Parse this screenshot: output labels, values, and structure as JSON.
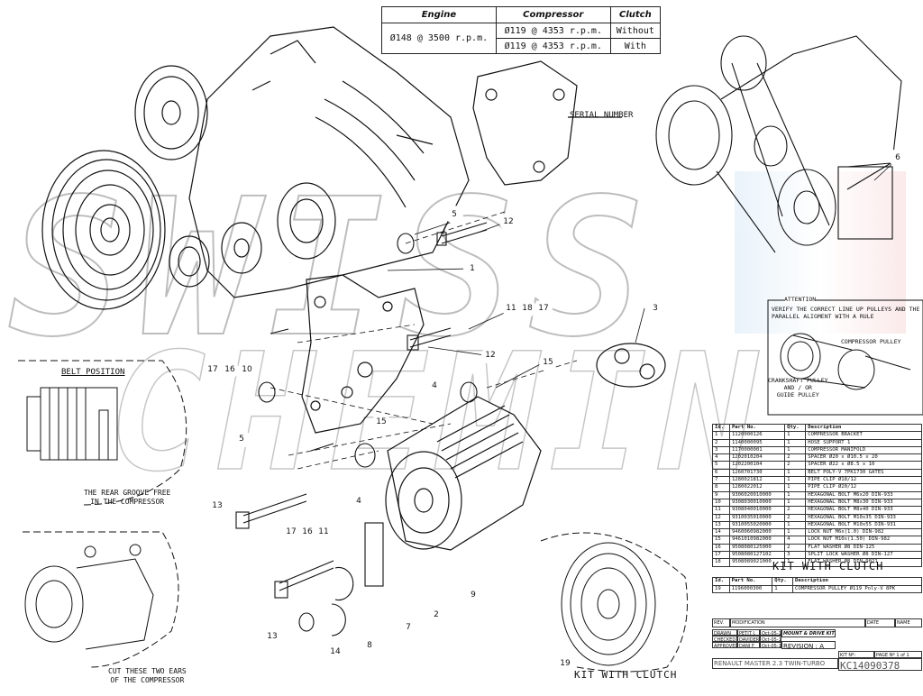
{
  "speed_table": {
    "headers": [
      "Engine",
      "Compressor",
      "Clutch"
    ],
    "rows": [
      {
        "engine": "Ø148 @ 3500 r.p.m.",
        "compressor": "Ø119 @ 4353 r.p.m.",
        "clutch": "Without"
      },
      {
        "engine": "",
        "compressor": "Ø119 @ 4353 r.p.m.",
        "clutch": "With"
      }
    ]
  },
  "labels": {
    "serial_number": "SERIAL NUMBER",
    "belt_position": "BELT POSITION",
    "rear_groove": "THE REAR GROOVE FREE\nIN THE COMPRESSOR",
    "cut_ears": "CUT THESE TWO EARS\nOF THE COMPRESSOR",
    "kit_with_clutch_bottom": "KIT WITH CLUTCH",
    "attention_title": "ATTENTION",
    "attention_text": "VERIFY THE CORRECT LINE UP PULLEYS AND THE\nPARALLEL ALIGMENT WITH A RULE",
    "compressor_pulley": "COMPRESSOR PULLEY",
    "crankshaft_pulley": "CRANKSHAFT PULLEY\nAND / OR\nGUIDE PULLEY"
  },
  "callouts": [
    "1",
    "2",
    "3",
    "4",
    "5",
    "6",
    "7",
    "8",
    "9",
    "10",
    "11",
    "12",
    "13",
    "14",
    "15",
    "16",
    "17",
    "18",
    "19"
  ],
  "parts_table": {
    "headers": [
      "Id.",
      "Part No.",
      "Qty.",
      "Description"
    ],
    "rows": [
      [
        "1",
        "1120000126",
        "1",
        "COMPRESSOR BRACKET"
      ],
      [
        "2",
        "1140000095",
        "1",
        "HOSE SUPPORT 1"
      ],
      [
        "3",
        "1170000001",
        "1",
        "COMPRESSOR MANIFOLD"
      ],
      [
        "4",
        "1202010204",
        "2",
        "SPACER Ø20 x Ø10.5 x 20"
      ],
      [
        "5",
        "1202200104",
        "2",
        "SPACER Ø22 x Ø8.5 x 10"
      ],
      [
        "6",
        "1260701730",
        "1",
        "BELT POLY-V 7PK1730 GATES"
      ],
      [
        "7",
        "1280021812",
        "1",
        "PIPE CLIP Ø18/12"
      ],
      [
        "8",
        "1280022012",
        "1",
        "PIPE CLIP Ø20/12"
      ],
      [
        "9",
        "9306020010000",
        "1",
        "HEXAGONAL BOLT M6x20 DIN-933"
      ],
      [
        "10",
        "9308030010000",
        "1",
        "HEXAGONAL BOLT M8x30 DIN-933"
      ],
      [
        "11",
        "9308040010000",
        "2",
        "HEXAGONAL BOLT M8x40 DIN-933"
      ],
      [
        "12",
        "9310035010000",
        "2",
        "HEXAGONAL BOLT M10x35 DIN-933"
      ],
      [
        "13",
        "9310055020000",
        "1",
        "HEXAGONAL BOLT M10x55 DIN-931"
      ],
      [
        "14",
        "9460060982000",
        "1",
        "LOCK NUT M6x(1.0) DIN-982"
      ],
      [
        "15",
        "9461010982000",
        "4",
        "LOCK NUT M10x(1.50) DIN-982"
      ],
      [
        "16",
        "9508080125000",
        "2",
        "FLAT WASHER Ø8 DIN-125"
      ],
      [
        "17",
        "9508080127102",
        "3",
        "SPLIT LOCK WASHER Ø8 DIN-127"
      ],
      [
        "18",
        "9508089021000",
        "1",
        "FLAT WASHER Ø8 DIN-9021"
      ]
    ]
  },
  "kit_with_clutch": {
    "title": "KIT WITH CLUTCH",
    "headers": [
      "Id.",
      "Part No.",
      "Qty.",
      "Description"
    ],
    "rows": [
      [
        "19",
        "1196000300",
        "1",
        "COMPRESSOR PULLEY Ø119 Poly-V 8PK"
      ]
    ]
  },
  "title_block": {
    "rev": "REV.",
    "modification": "MODIFICATION",
    "date": "DATE",
    "name": "NAME",
    "drawn": "DRAWN",
    "checked": "CHECKED",
    "approved": "APPROVED",
    "drawn_by": "PETIT J.",
    "checked_by": "DAVIDER F.",
    "approved_by": "DANI F.",
    "drawn_date": "Oct-05-16",
    "checked_date": "Oct-05-16",
    "approved_date": "Oct-05-16",
    "company": "MOUNT & DRIVE KITS",
    "revision": "REVISION : A",
    "product": "RENAULT MASTER 2.3 TWIN-TURBO",
    "kit_label": "KIT Nº:",
    "kit_no": "KC14090378",
    "page_label": "PAGE Nº 1 of 1"
  },
  "watermark": "SWISS CHEMIN"
}
